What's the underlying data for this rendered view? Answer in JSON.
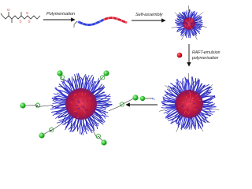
{
  "steps": {
    "polymerisation": "Polymerisation",
    "self_assembly": "Self-assembly",
    "raft_line1": "RAFT-emulsion",
    "raft_line2": "polymerisation"
  },
  "colors": {
    "corona": "#3a3ad8",
    "core": "#c41a3a",
    "block_blue": "#2f3fd6",
    "block_red": "#d21c30",
    "monomer": "#e01020",
    "azide_ball": "#2fc42f",
    "triazole": "#159a15",
    "arrow": "#111111",
    "bond": "#333333"
  },
  "icons": [
    "raft-agent-structure",
    "block-copolymer-chain",
    "micelle",
    "red-monomer-sphere",
    "green-azide-reagent",
    "triazole-linker"
  ]
}
